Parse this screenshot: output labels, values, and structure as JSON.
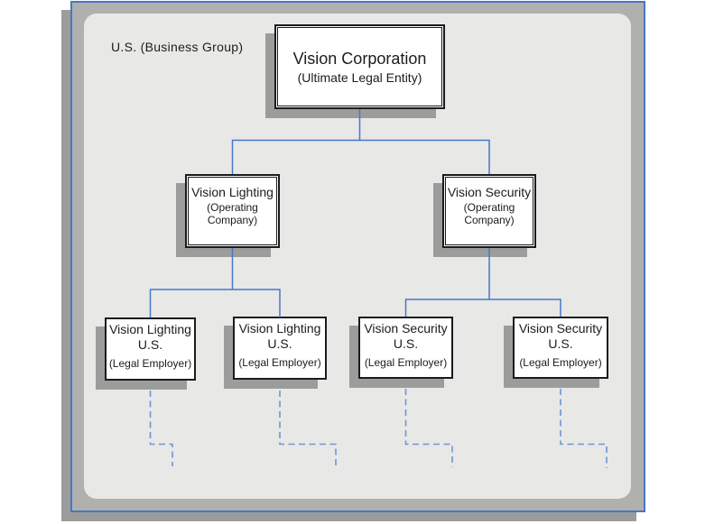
{
  "diagram": {
    "group_label": "U.S. (Business Group)",
    "root": {
      "title": "Vision Corporation",
      "subtitle": "(Ultimate Legal Entity)"
    },
    "operating_companies": [
      {
        "title": "Vision Lighting",
        "subtitle_line1": "(Operating",
        "subtitle_line2": "Company)"
      },
      {
        "title": "Vision Security",
        "subtitle_line1": "(Operating",
        "subtitle_line2": "Company)"
      }
    ],
    "legal_employers": [
      {
        "title_line1": "Vision Lighting",
        "title_line2": "U.S.",
        "subtitle": "(Legal Employer)"
      },
      {
        "title_line1": "Vision Lighting",
        "title_line2": "U.S.",
        "subtitle": "(Legal Employer)"
      },
      {
        "title_line1": "Vision Security",
        "title_line2": "U.S.",
        "subtitle": "(Legal Employer)"
      },
      {
        "title_line1": "Vision Security",
        "title_line2": "U.S.",
        "subtitle": "(Legal Employer)"
      }
    ]
  },
  "colors": {
    "frame_border": "#4777c4",
    "frame_fill": "#b0b0af",
    "panel_fill": "#e8e8e7",
    "shadow": "#9c9c9b",
    "connector": "#4678c8",
    "connector_dashed": "#7094d2",
    "box_border": "#1b1b1b",
    "box_fill": "#ffffff",
    "text": "#1c1c1c"
  }
}
